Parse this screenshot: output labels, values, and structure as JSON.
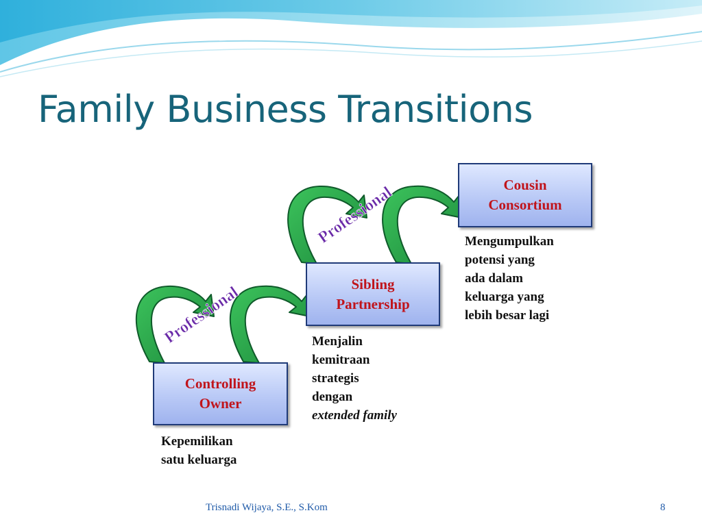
{
  "slide": {
    "title": "Family Business Transitions",
    "footer_author": "Trisnadi Wijaya, S.E., S.Kom",
    "page_number": "8"
  },
  "colors": {
    "title": "#17647a",
    "box_text": "#c0141b",
    "box_border": "#1f3a78",
    "arrow_green": "#2aa24a",
    "arrow_label": "#6a2aa8",
    "footer": "#1f5aa8"
  },
  "stages": [
    {
      "line1": "Controlling",
      "line2": "Owner",
      "description": [
        "Kepemilikan",
        "satu keluarga"
      ]
    },
    {
      "line1": "Sibling",
      "line2": "Partnership",
      "description": [
        "Menjalin",
        "kemitraan",
        "strategis",
        "dengan"
      ],
      "description_italic": "extended family"
    },
    {
      "line1": "Cousin",
      "line2": "Consortium",
      "description": [
        "Mengumpulkan",
        "potensi yang",
        "ada dalam",
        "keluarga yang",
        "lebih besar lagi"
      ]
    }
  ],
  "transitions": [
    {
      "label": "Professional"
    },
    {
      "label": "Professional"
    }
  ]
}
